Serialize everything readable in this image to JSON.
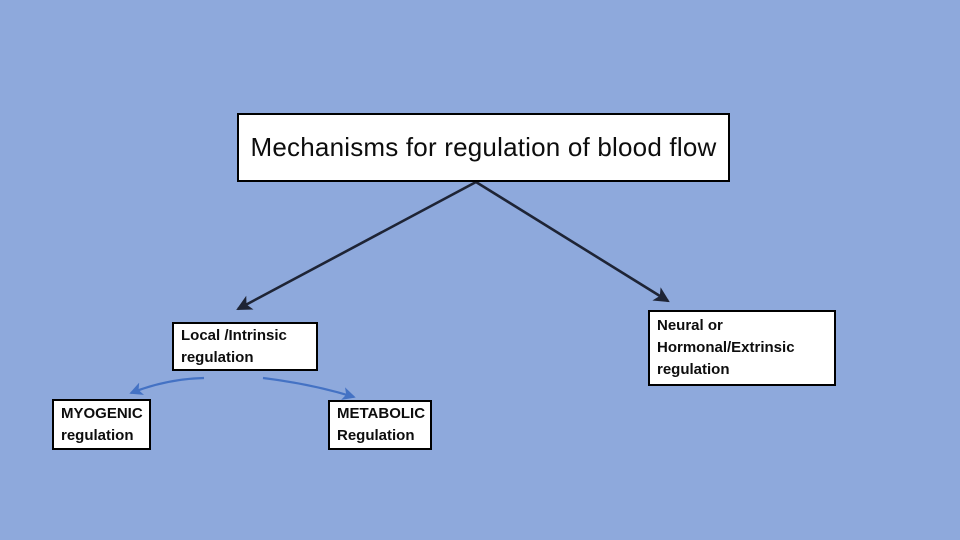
{
  "slide": {
    "background_color": "#8EA9DC",
    "title": "Mechanisms for regulation of blood flow",
    "nodes": {
      "local": {
        "line1": "Local /Intrinsic",
        "line2": "regulation"
      },
      "neural": {
        "line1": "Neural or",
        "line2": "Hormonal/Extrinsic",
        "line3": "regulation"
      },
      "myogenic": {
        "line1": "MYOGENIC",
        "line2": "regulation"
      },
      "metabolic": {
        "line1": "METABOLIC",
        "line2": "Regulation"
      }
    },
    "connectors": {
      "title_to_local": "dark straight arrow",
      "title_to_neural": "dark straight arrow",
      "local_to_myogenic": "blue curved arrow",
      "local_to_metabolic": "blue curved arrow",
      "dark_arrow_color": "#1E2435",
      "blue_arrow_color": "#4472C4"
    },
    "box_style": {
      "fill": "#FFFFFF",
      "border": "#000000",
      "text_color": "#0D0D0D"
    }
  }
}
